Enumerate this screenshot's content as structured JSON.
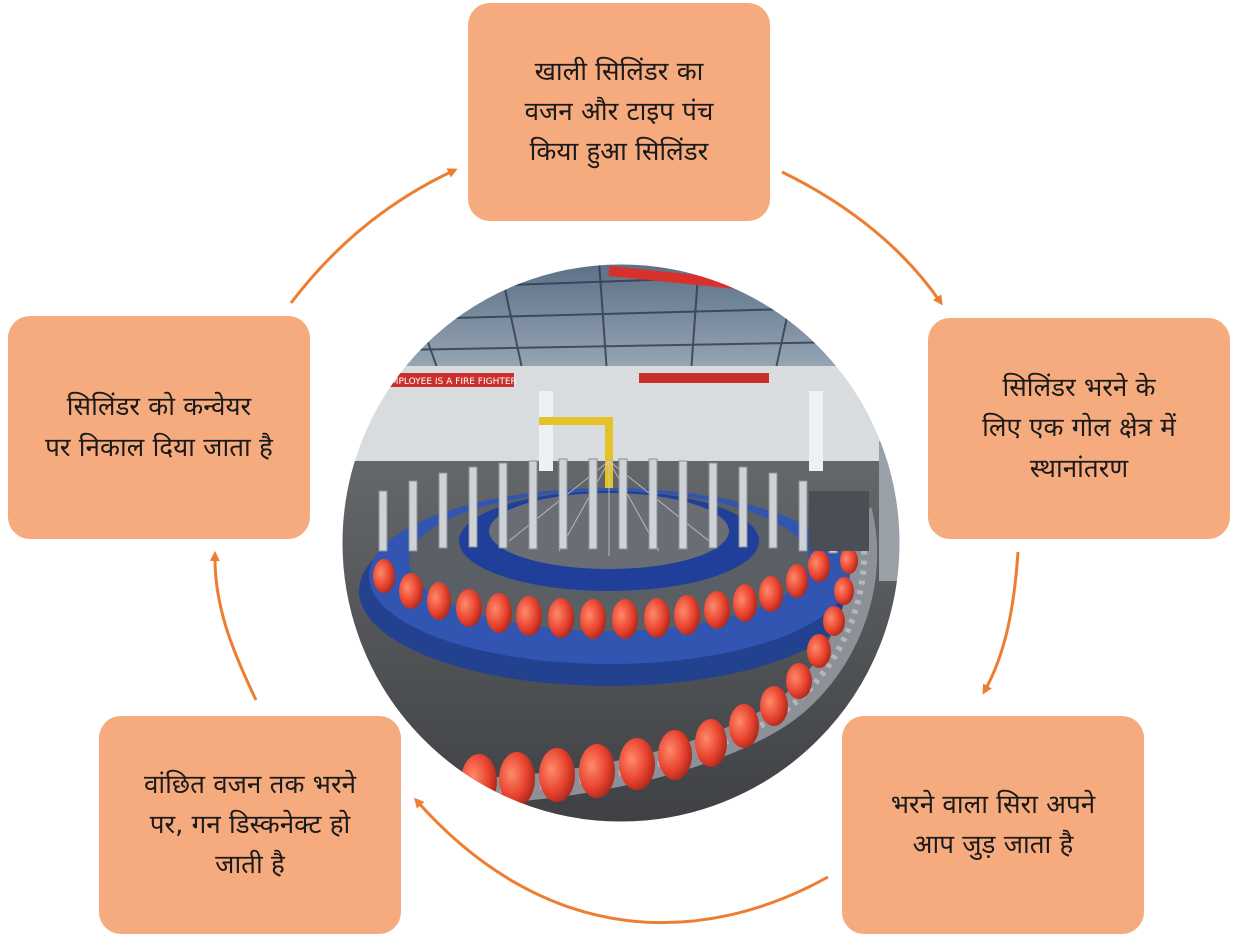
{
  "cycle": {
    "steps": [
      {
        "id": "top",
        "text": "खाली सिलिंडर का\nवजन और टाइप पंच\nकिया हुआ   सिलिंडर"
      },
      {
        "id": "right",
        "text": "सिलिंडर भरने के\nलिए एक गोल क्षेत्र में\nस्थानांतरण"
      },
      {
        "id": "bottom-right",
        "text": "भरने वाला सिरा अपने\nआप जुड़ जाता है"
      },
      {
        "id": "bottom-left",
        "text": "वांछित वजन तक भरने\nपर, गन डिस्कनेक्ट हो\nजाती है"
      },
      {
        "id": "left",
        "text": "सिलिंडर को कन्वेयर\nपर निकाल दिया जाता है"
      }
    ]
  },
  "photo": {
    "banner_text": "EMPLOYEE IS A FIRE FIGHTER"
  },
  "colors": {
    "box_fill": "#f6ab7f",
    "arrow": "#ed7d31",
    "cylinder": "#e8432f",
    "carousel_blue": "#1f3f9a"
  }
}
